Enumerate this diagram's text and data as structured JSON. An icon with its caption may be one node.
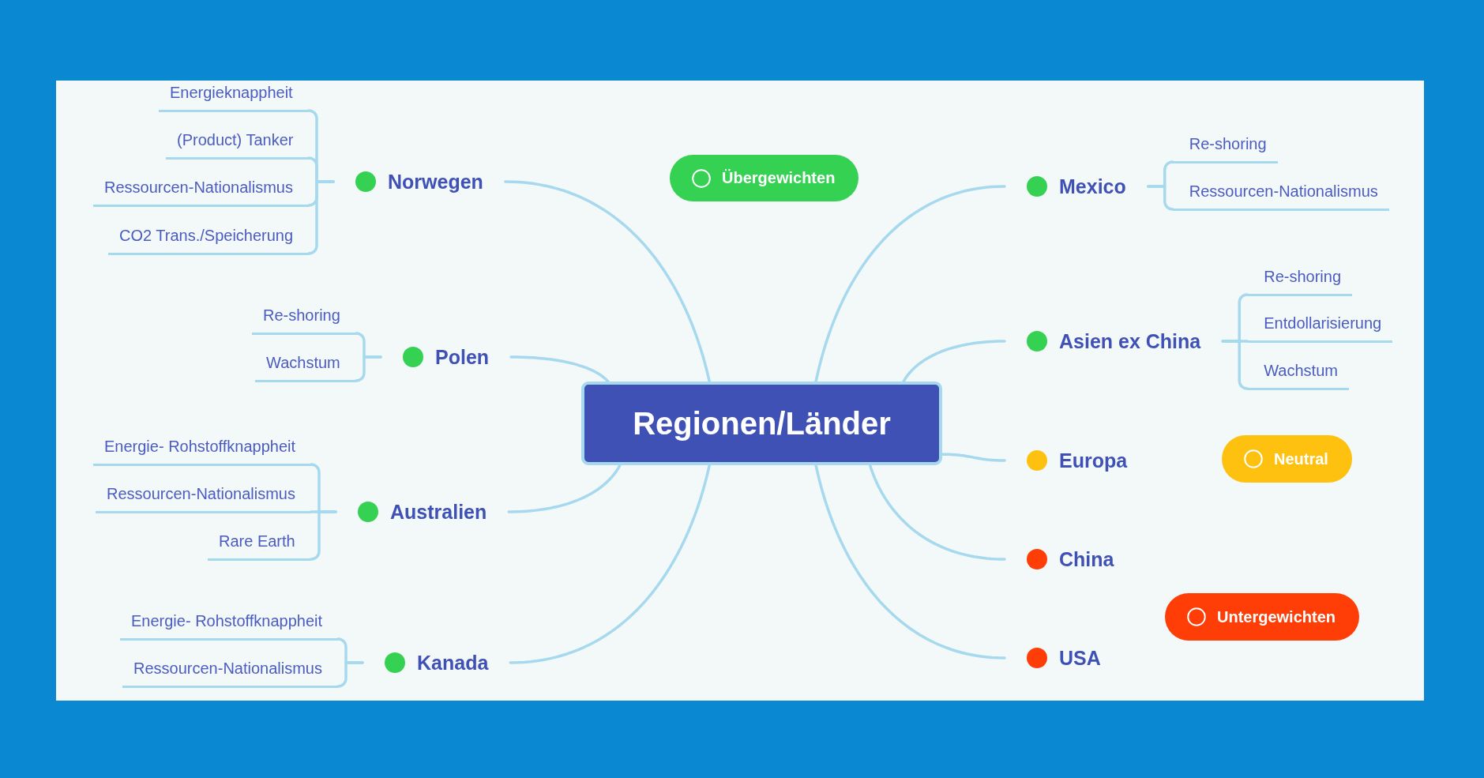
{
  "diagram": {
    "nodes": [
      {
        "text": [
          "Regionen/Länder"
        ]
      },
      {
        "text": [
          "Norwegen"
        ]
      },
      {
        "text": [
          "Energieknappheit"
        ]
      },
      {
        "text": [
          "(Product) Tanker"
        ]
      },
      {
        "text": [
          "Ressourcen-Nationalismus"
        ]
      },
      {
        "text": [
          "CO2 Trans./Speicherung"
        ]
      },
      {
        "text": [
          "Polen"
        ]
      },
      {
        "text": [
          "Re-shoring"
        ]
      },
      {
        "text": [
          "Wachstum"
        ]
      },
      {
        "text": [
          "Australien"
        ]
      },
      {
        "text": [
          "Energie- Rohstoffknappheit"
        ]
      },
      {
        "text": [
          "Ressourcen-Nationalismus"
        ]
      },
      {
        "text": [
          "Rare Earth"
        ]
      },
      {
        "text": [
          "Kanada"
        ]
      },
      {
        "text": [
          "Energie- Rohstoffknappheit"
        ]
      },
      {
        "text": [
          "Ressourcen-Nationalismus"
        ]
      },
      {
        "text": [
          "Mexico"
        ]
      },
      {
        "text": [
          "Re-shoring"
        ]
      },
      {
        "text": [
          "Ressourcen-Nationalismus"
        ]
      },
      {
        "text": [
          "Asien ex China"
        ]
      },
      {
        "text": [
          "Re-shoring"
        ]
      },
      {
        "text": [
          "Entdollarisierung"
        ]
      },
      {
        "text": [
          "Wachstum"
        ]
      },
      {
        "text": [
          "Europa"
        ]
      },
      {
        "text": [
          "China"
        ]
      },
      {
        "text": [
          "USA"
        ]
      }
    ],
    "edges": [
      {
        "from": 0,
        "to": 1,
        "arrow": "none"
      },
      {
        "from": 1,
        "to": 2,
        "arrow": "none"
      },
      {
        "from": 1,
        "to": 3,
        "arrow": "none"
      },
      {
        "from": 1,
        "to": 4,
        "arrow": "none"
      },
      {
        "from": 1,
        "to": 5,
        "arrow": "none"
      },
      {
        "from": 0,
        "to": 6,
        "arrow": "none"
      },
      {
        "from": 6,
        "to": 7,
        "arrow": "none"
      },
      {
        "from": 6,
        "to": 8,
        "arrow": "none"
      },
      {
        "from": 0,
        "to": 9,
        "arrow": "none"
      },
      {
        "from": 9,
        "to": 10,
        "arrow": "none"
      },
      {
        "from": 9,
        "to": 11,
        "arrow": "none"
      },
      {
        "from": 9,
        "to": 12,
        "arrow": "none"
      },
      {
        "from": 0,
        "to": 13,
        "arrow": "none"
      },
      {
        "from": 13,
        "to": 14,
        "arrow": "none"
      },
      {
        "from": 13,
        "to": 15,
        "arrow": "none"
      },
      {
        "from": 0,
        "to": 16,
        "arrow": "none"
      },
      {
        "from": 16,
        "to": 17,
        "arrow": "none"
      },
      {
        "from": 16,
        "to": 18,
        "arrow": "none"
      },
      {
        "from": 0,
        "to": 19,
        "arrow": "none"
      },
      {
        "from": 19,
        "to": 20,
        "arrow": "none"
      },
      {
        "from": 19,
        "to": 21,
        "arrow": "none"
      },
      {
        "from": 19,
        "to": 22,
        "arrow": "none"
      },
      {
        "from": 0,
        "to": 23,
        "arrow": "none"
      },
      {
        "from": 0,
        "to": 24,
        "arrow": "none"
      },
      {
        "from": 0,
        "to": 25,
        "arrow": "none"
      }
    ],
    "legend": [
      {
        "text": "Übergewichten",
        "color": "#35d152"
      },
      {
        "text": "Neutral",
        "color": "#ffc110"
      },
      {
        "text": "Untergewichten",
        "color": "#ff3d06"
      }
    ]
  }
}
